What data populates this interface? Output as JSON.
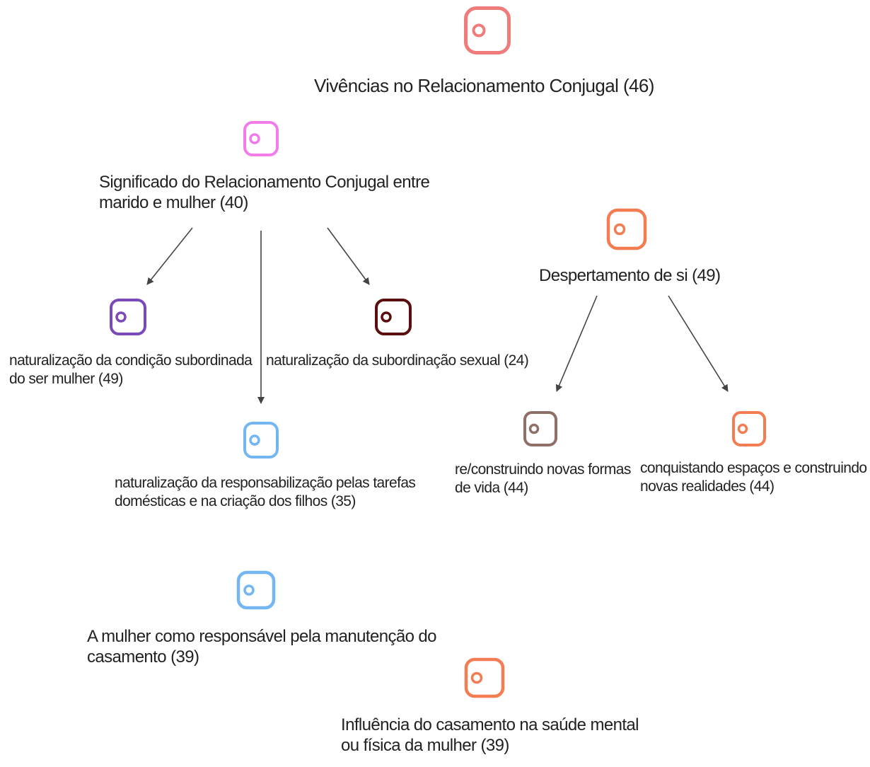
{
  "diagram": {
    "nodes": [
      {
        "id": "vivencias",
        "label": "Vivências no Relacionamento Conjugal (46)",
        "color": "#f07b7b",
        "icon": "code-tag-icon"
      },
      {
        "id": "significado",
        "label": "Significado do Relacionamento Conjugal entre\nmarido e mulher (40)",
        "color": "#f27ce8",
        "icon": "code-tag-icon"
      },
      {
        "id": "despertamento",
        "label": "Despertamento de si (49)",
        "color": "#f47c52",
        "icon": "code-tag-icon"
      },
      {
        "id": "cond_subordinada",
        "label": "naturalização da condição subordinada\ndo ser mulher (49)",
        "color": "#7a4bb8",
        "icon": "code-tag-icon"
      },
      {
        "id": "sub_sexual",
        "label": "naturalização da subordinação sexual (24)",
        "color": "#5a0e0e",
        "icon": "code-tag-icon"
      },
      {
        "id": "tarefas",
        "label": "naturalização da responsabilização pelas tarefas\ndomésticas e na criação dos filhos (35)",
        "color": "#74b6f2",
        "icon": "code-tag-icon"
      },
      {
        "id": "reconstruindo",
        "label": "re/construindo novas formas\nde vida (44)",
        "color": "#8e7068",
        "icon": "code-tag-icon"
      },
      {
        "id": "conquistando",
        "label": "conquistando espaços e construindo\nnovas realidades (44)",
        "color": "#f47c52",
        "icon": "code-tag-icon"
      },
      {
        "id": "manutencao",
        "label": "A mulher como responsável pela manutenção do\ncasamento (39)",
        "color": "#74b6f2",
        "icon": "code-tag-icon"
      },
      {
        "id": "influencia",
        "label": "Influência do casamento na saúde mental\nou física da mulher (39)",
        "color": "#f47c52",
        "icon": "code-tag-icon"
      }
    ],
    "edges": [
      {
        "from": "significado",
        "to": "cond_subordinada"
      },
      {
        "from": "significado",
        "to": "tarefas"
      },
      {
        "from": "significado",
        "to": "sub_sexual"
      },
      {
        "from": "despertamento",
        "to": "reconstruindo"
      },
      {
        "from": "despertamento",
        "to": "conquistando"
      }
    ],
    "edge_color": "#444444"
  }
}
